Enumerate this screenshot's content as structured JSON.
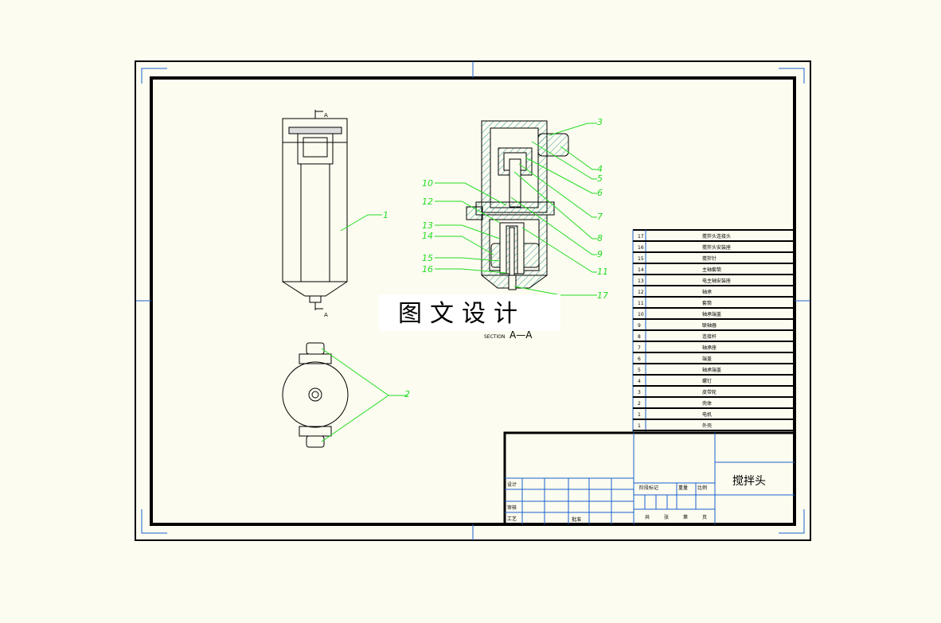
{
  "view_labels": {
    "section_marker_top": "A",
    "section_marker_bottom": "A",
    "section_title": "SECTION",
    "section_name": "A—A"
  },
  "watermark": "图文设计",
  "callouts": {
    "c1": "1",
    "c2": "2",
    "c3": "3",
    "c4": "4",
    "c5": "5",
    "c6": "6",
    "c7": "7",
    "c8": "8",
    "c9": "9",
    "c10": "10",
    "c11": "11",
    "c12": "12",
    "c13": "13",
    "c14": "14",
    "c15": "15",
    "c16": "16",
    "c17": "17"
  },
  "parts_list": [
    {
      "no": "17",
      "name": "搅拌头连接头"
    },
    {
      "no": "16",
      "name": "搅拌头安装座"
    },
    {
      "no": "15",
      "name": "搅拌针"
    },
    {
      "no": "14",
      "name": "主轴套筒"
    },
    {
      "no": "13",
      "name": "电主轴安装座"
    },
    {
      "no": "12",
      "name": "轴承"
    },
    {
      "no": "11",
      "name": "套筒"
    },
    {
      "no": "10",
      "name": "轴承端盖"
    },
    {
      "no": "9",
      "name": "联轴器"
    },
    {
      "no": "8",
      "name": "连接杆"
    },
    {
      "no": "7",
      "name": "轴承座"
    },
    {
      "no": "6",
      "name": "端盖"
    },
    {
      "no": "5",
      "name": "轴承端盖"
    },
    {
      "no": "4",
      "name": "螺钉"
    },
    {
      "no": "3",
      "name": "皮带轮"
    },
    {
      "no": "2",
      "name": "壳体"
    },
    {
      "no": "1",
      "name": "电机"
    },
    {
      "no": "1",
      "name": "外壳"
    }
  ],
  "title_block": {
    "part_name": "搅拌头",
    "design_label": "设计",
    "review_label": "审核",
    "process_label": "工艺",
    "approve_label": "批准",
    "stage_label": "阶段标记",
    "weight_label": "重量",
    "scale_label": "比例",
    "total_label": "共",
    "sheets_label": "张",
    "page_label": "第",
    "page_unit": "页"
  }
}
